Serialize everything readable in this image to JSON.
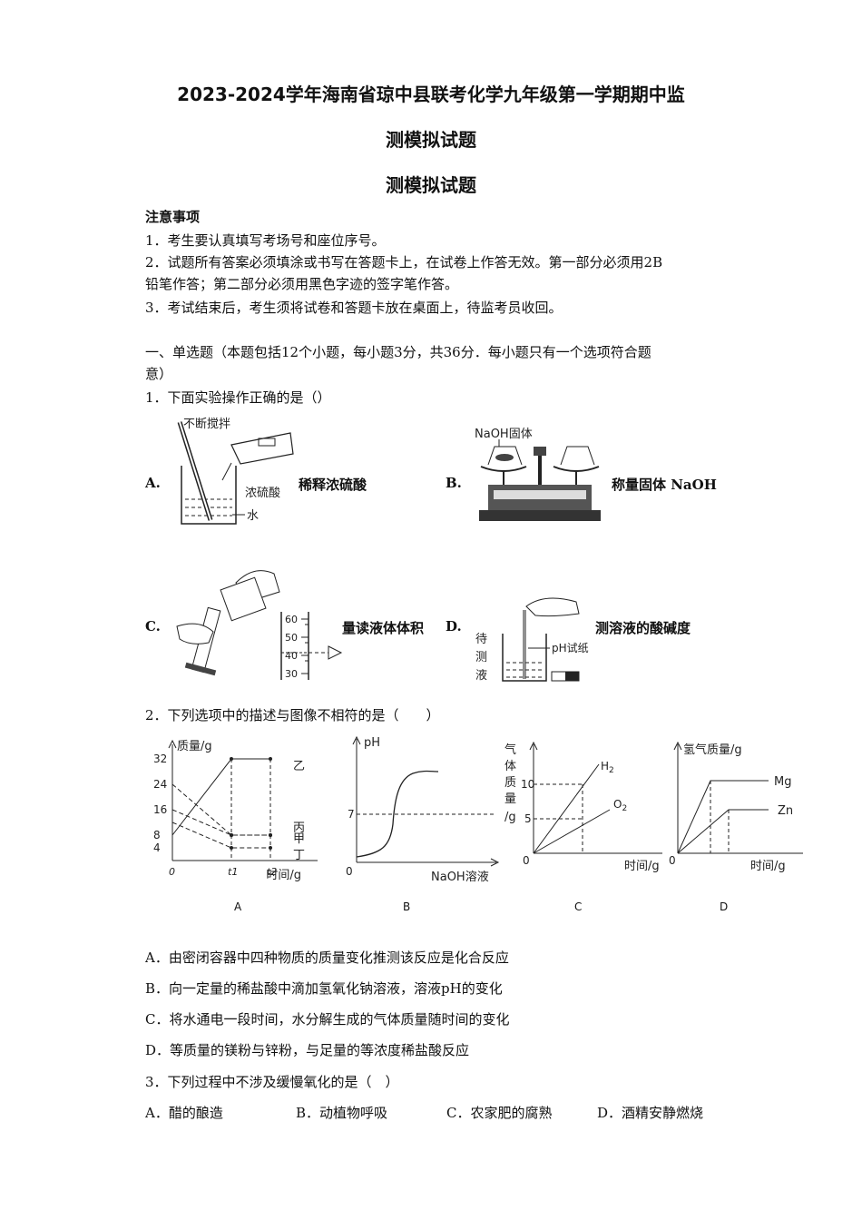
{
  "title": {
    "line1": "2023-2024学年海南省琼中县联考化学九年级第一学期期中监",
    "line2": "测模拟试题",
    "line3": "测模拟试题"
  },
  "notice": {
    "heading": "注意事项",
    "items": [
      "1．考生要认真填写考场号和座位序号。",
      "2．试题所有答案必须填涂或书写在答题卡上，在试卷上作答无效。第一部分必须用2B",
      "铅笔作答；第二部分必须用黑色字迹的签字笔作答。",
      "3．考试结束后，考生须将试卷和答题卡放在桌面上，待监考员收回。"
    ]
  },
  "section1": {
    "line1": "一、单选题（本题包括12个小题，每小题3分，共36分．每小题只有一个选项符合题",
    "line2": "意）"
  },
  "q1": {
    "stem": "1．下面实验操作正确的是（）",
    "options": [
      {
        "letter": "A.",
        "caption": "稀释浓硫酸",
        "labels": [
          "不断搅拌",
          "浓硫酸",
          "水"
        ]
      },
      {
        "letter": "B.",
        "caption": "称量固体 NaOH",
        "labels": [
          "NaOH固体"
        ]
      },
      {
        "letter": "C.",
        "caption": "量读液体体积",
        "labels": [
          "60",
          "50",
          "40",
          "30"
        ]
      },
      {
        "letter": "D.",
        "caption": "测溶液的酸碱度",
        "labels": [
          "待",
          "测",
          "液",
          "pH试纸"
        ]
      }
    ]
  },
  "q2": {
    "stem": "2．下列选项中的描述与图像不相符的是（　　）",
    "graph_labels": [
      "A",
      "B",
      "C",
      "D"
    ],
    "options": [
      "A．由密闭容器中四种物质的质量变化推测该反应是化合反应",
      "B．向一定量的稀盐酸中滴加氢氧化钠溶液，溶液pH的变化",
      "C．将水通电一段时间，水分解生成的气体质量随时间的变化",
      "D．等质量的镁粉与锌粉，与足量的等浓度稀盐酸反应"
    ]
  },
  "q3": {
    "stem": "3．下列过程中不涉及缓慢氧化的是（　）",
    "options": [
      "A．醋的酿造",
      "B．动植物呼吸",
      "C．农家肥的腐熟",
      "D．酒精安静燃烧"
    ]
  },
  "chart_data": [
    {
      "type": "line",
      "label": "A",
      "ylabel": "质量/g",
      "xlabel": "时间/g",
      "y_ticks": [
        4,
        8,
        16,
        24,
        32
      ],
      "x_ticks": [
        "0",
        "t1",
        "t2"
      ],
      "series": [
        {
          "name": "乙",
          "x": [
            "0",
            "t1",
            "t2"
          ],
          "values": [
            8,
            32,
            32
          ]
        },
        {
          "name": "丙",
          "x": [
            "0",
            "t1",
            "t2"
          ],
          "values": [
            16,
            8,
            8
          ]
        },
        {
          "name": "甲",
          "x": [
            "0",
            "t1",
            "t2"
          ],
          "values": [
            24,
            8,
            8
          ]
        },
        {
          "name": "丁",
          "x": [
            "0",
            "t1",
            "t2"
          ],
          "values": [
            12,
            4,
            4
          ]
        }
      ]
    },
    {
      "type": "line",
      "label": "B",
      "ylabel": "pH",
      "xlabel": "NaOH溶液",
      "y_ticks": [
        7
      ],
      "x_ticks": [
        "0"
      ]
    },
    {
      "type": "line",
      "label": "C",
      "ylabel": "气体质量/g",
      "xlabel": "时间/g",
      "y_ticks": [
        5,
        10
      ],
      "x_ticks": [
        "0"
      ],
      "series": [
        {
          "name": "H2",
          "y_at_mark": 10
        },
        {
          "name": "O2",
          "y_at_mark": 5
        }
      ]
    },
    {
      "type": "line",
      "label": "D",
      "ylabel": "氢气质量/g",
      "xlabel": "时间/g",
      "x_ticks": [
        "0"
      ],
      "series": [
        {
          "name": "Mg"
        },
        {
          "name": "Zn"
        }
      ]
    }
  ]
}
